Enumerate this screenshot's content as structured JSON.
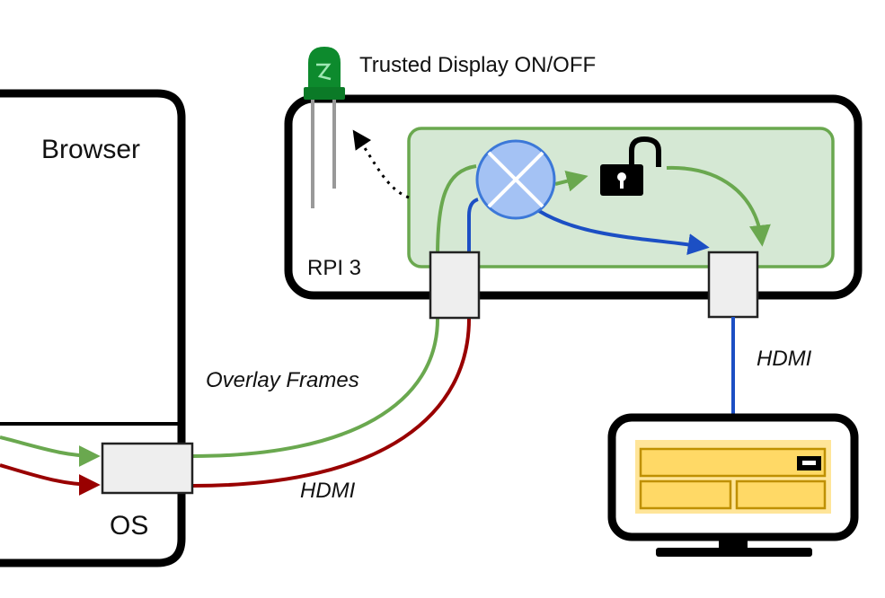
{
  "labels": {
    "browser": "Browser",
    "os": "OS",
    "rpi": "RPI 3",
    "led": "Trusted Display ON/OFF",
    "overlay_frames": "Overlay Frames",
    "hdmi_cable": "HDMI",
    "hdmi_monitor": "HDMI"
  },
  "colors": {
    "green": "#6aa84f",
    "dark_red": "#990000",
    "blue": "#1c4fc4",
    "green_fill": "#d5e8d4",
    "mixer_fill": "#a4c2f4",
    "mixer_stroke": "#3c78d8",
    "port_fill": "#eeeeee",
    "screen_fill": "#ffd966",
    "screen_stroke": "#bf9000",
    "led_green": "#0d8a2d"
  },
  "icons": {
    "mixer": "mixer-cross-icon",
    "lock": "unlocked-padlock-icon",
    "led": "led-icon",
    "monitor": "monitor-icon"
  }
}
